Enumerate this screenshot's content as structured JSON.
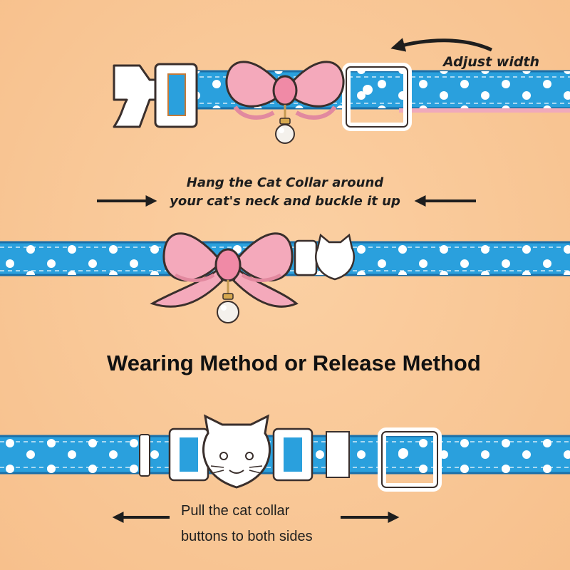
{
  "captions": {
    "adjust": "Adjust width",
    "hang_line1": "Hang the Cat Collar around",
    "hang_line2": "your cat's neck and buckle it up",
    "title": "Wearing Method or Release Method",
    "pull_line1": "Pull the cat collar",
    "pull_line2": "buttons to both sides"
  },
  "colors": {
    "background": "#f8c594",
    "strap": "#2aa0dd",
    "strap_edge": "#1b6fa8",
    "polka_dot": "#ffffff",
    "bow": "#f4a9bb",
    "bow_shade": "#e2899f",
    "buckle": "#ffffff",
    "pearl": "#f4f1ec",
    "outline": "#3a2f2c"
  },
  "icons": [
    "left-arrow-icon",
    "right-arrow-icon",
    "curved-arrow-icon",
    "bow-icon",
    "pearl-charm-icon",
    "cat-face-buckle-icon",
    "square-buckle-icon"
  ]
}
